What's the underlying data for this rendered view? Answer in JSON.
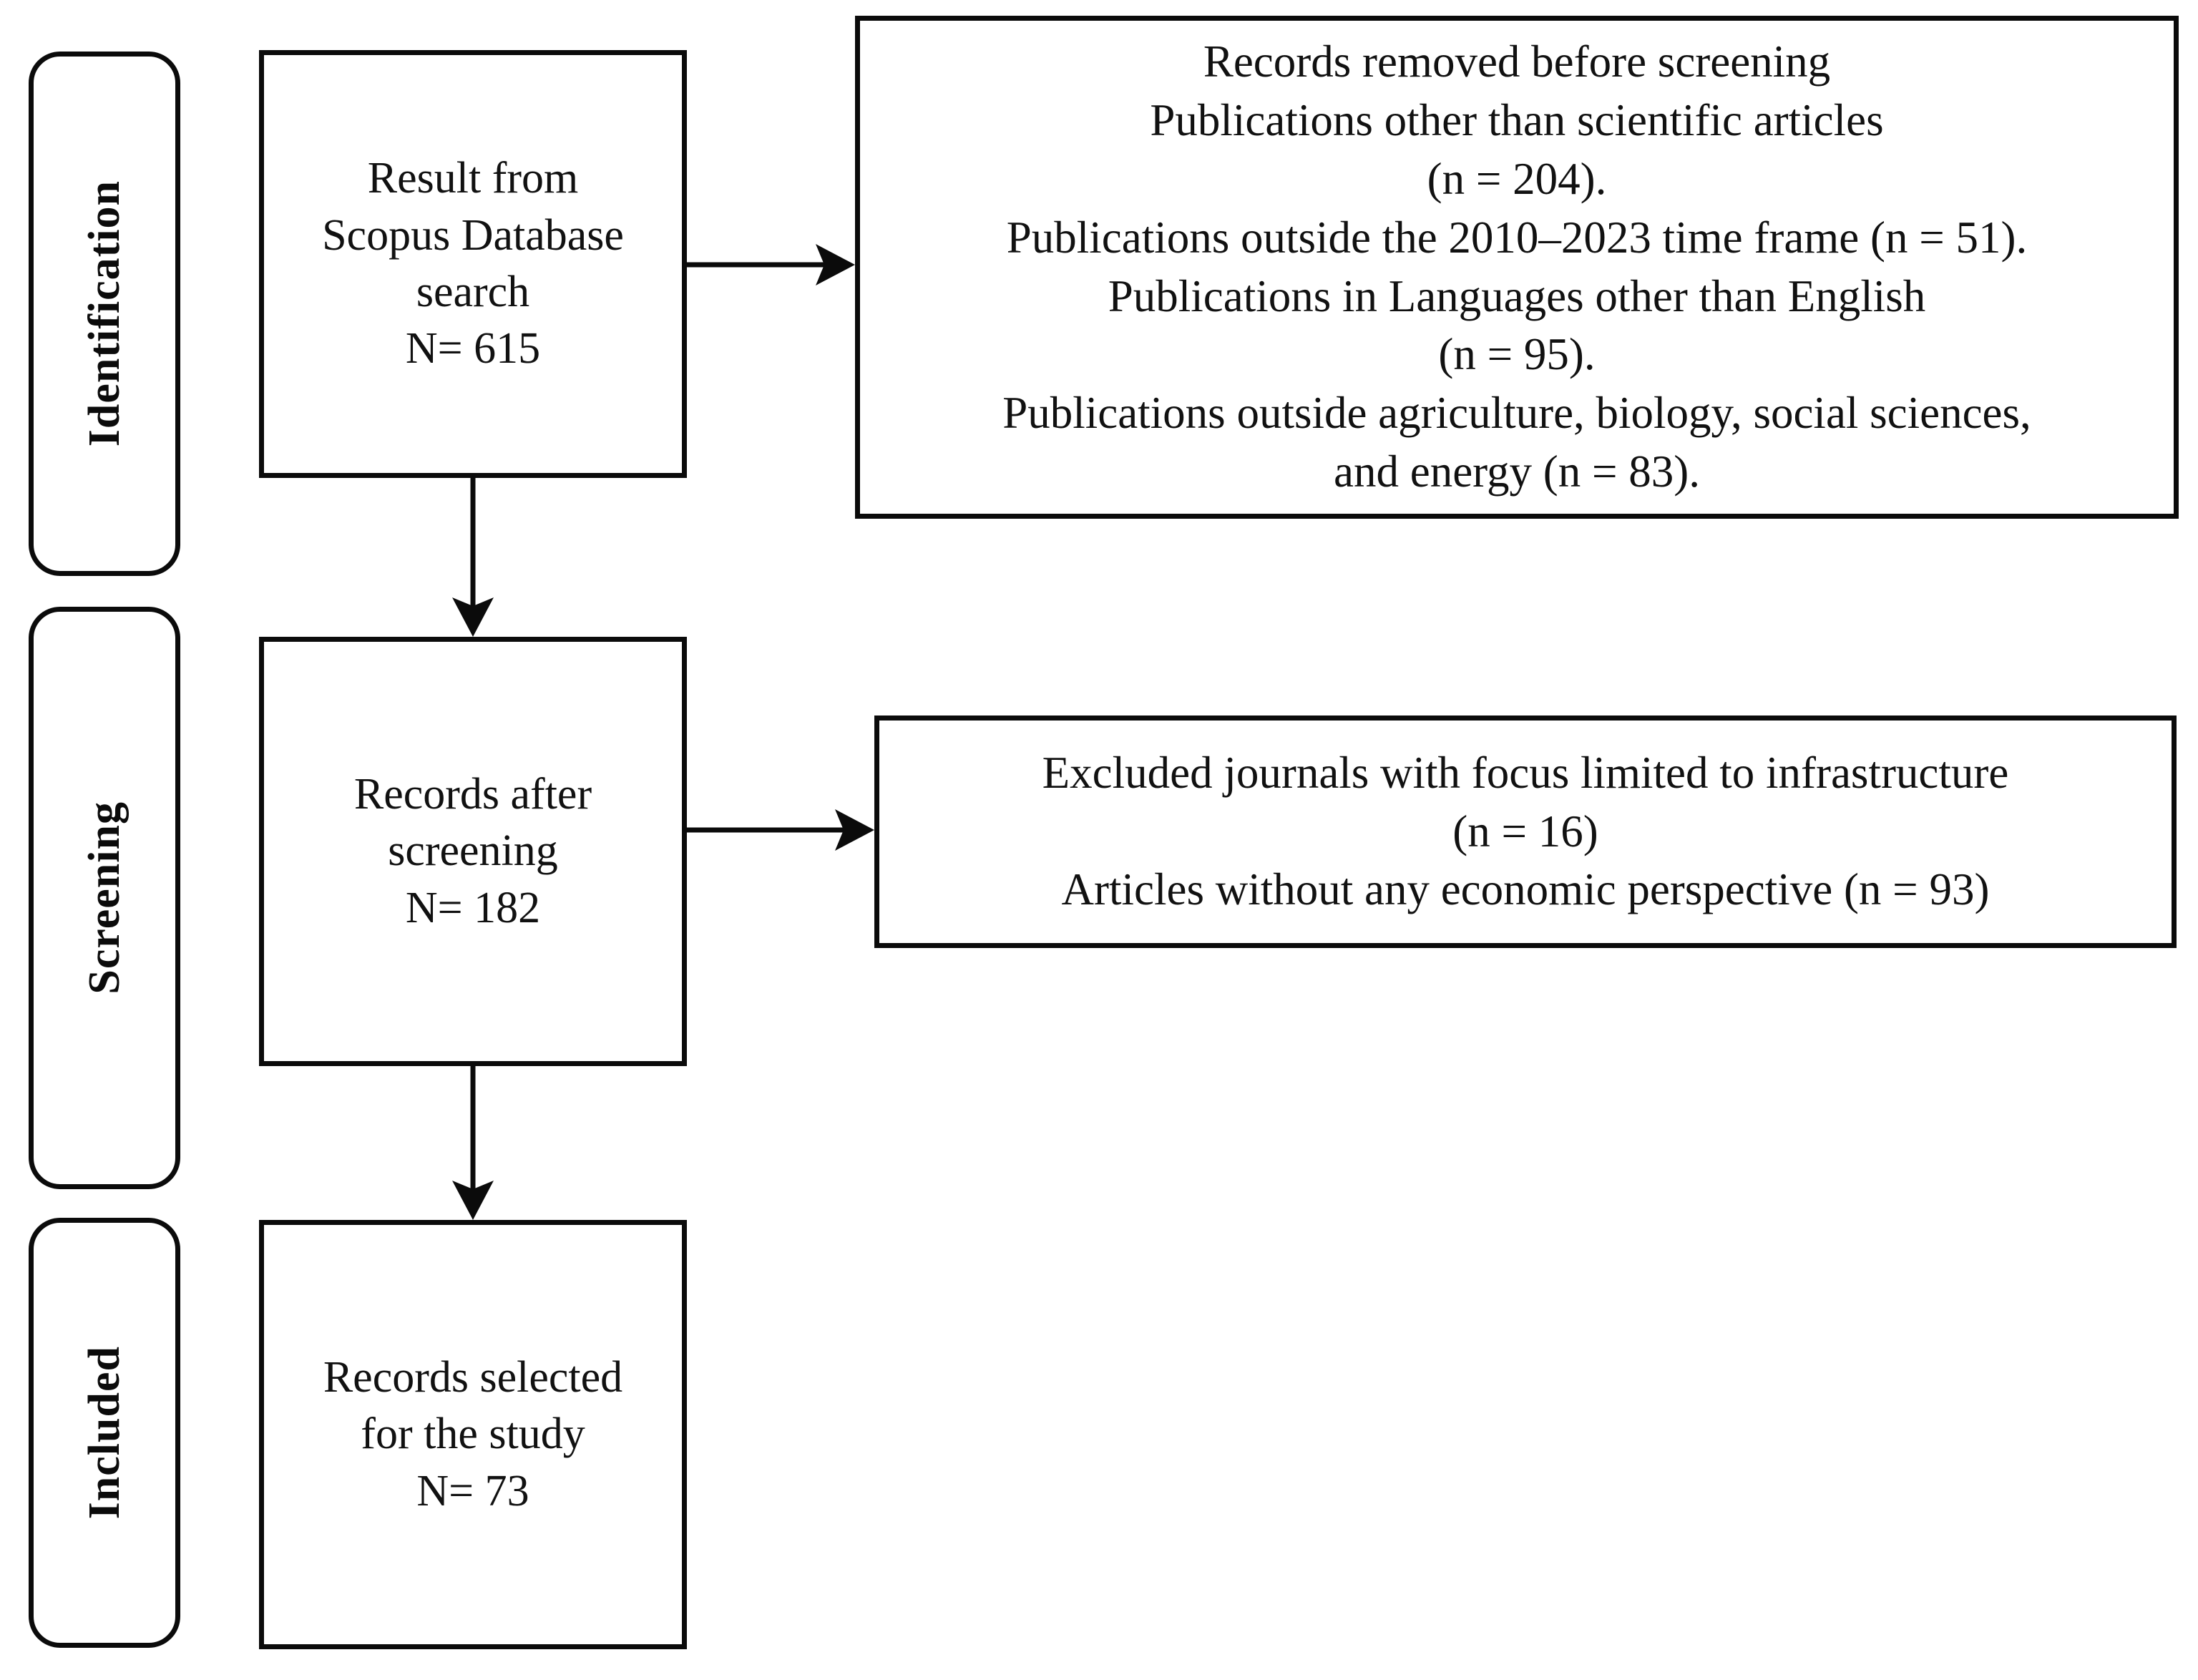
{
  "diagram": {
    "title": "PRISMA study selection flow diagram",
    "stage_labels": [
      {
        "id": "identification",
        "text": "Identification"
      },
      {
        "id": "screening",
        "text": "Screening"
      },
      {
        "id": "included",
        "text": "Included"
      }
    ],
    "main_boxes": [
      {
        "id": "result-from-scopus",
        "lines": [
          "Result from",
          "Scopus Database",
          "search",
          "N= 615"
        ],
        "count_label": "N= 615",
        "count": 615
      },
      {
        "id": "records-after-screening",
        "lines": [
          "Records after",
          "screening",
          "N= 182"
        ],
        "count_label": "N= 182",
        "count": 182
      },
      {
        "id": "records-selected",
        "lines": [
          "Records selected",
          "for the study",
          "N= 73"
        ],
        "count_label": "N= 73",
        "count": 73
      }
    ],
    "exclusion_boxes": [
      {
        "id": "records-removed-before-screening",
        "lines": [
          "Records removed before screening",
          "Publications other than scientific articles",
          "(n = 204).",
          "Publications outside the 2010–2023 time frame (n = 51).",
          "Publications in Languages other than English",
          "(n = 95).",
          "Publications outside agriculture, biology, social sciences,",
          "and energy (n = 83)."
        ],
        "reasons": [
          {
            "reason": "Publications other than scientific articles",
            "n": 204
          },
          {
            "reason": "Publications outside the 2010–2023 time frame",
            "n": 51
          },
          {
            "reason": "Publications in Languages other than English",
            "n": 95
          },
          {
            "reason": "Publications outside agriculture, biology, social sciences, and energy",
            "n": 83
          }
        ]
      },
      {
        "id": "excluded-journals",
        "lines": [
          "Excluded journals with focus limited to infrastructure",
          "(n = 16)",
          "Articles without any economic perspective (n = 93)"
        ],
        "reasons": [
          {
            "reason": "Excluded journals with focus limited to infrastructure",
            "n": 16
          },
          {
            "reason": "Articles without any economic perspective",
            "n": 93
          }
        ]
      }
    ],
    "connectors": [
      {
        "id": "identification-to-exclusion-1",
        "from": "result-from-scopus",
        "to": "records-removed-before-screening",
        "direction": "right"
      },
      {
        "id": "identification-to-screening",
        "from": "result-from-scopus",
        "to": "records-after-screening",
        "direction": "down"
      },
      {
        "id": "screening-to-exclusion-2",
        "from": "records-after-screening",
        "to": "excluded-journals",
        "direction": "right"
      },
      {
        "id": "screening-to-included",
        "from": "records-after-screening",
        "to": "records-selected",
        "direction": "down"
      }
    ],
    "colors": {
      "stroke": "#0b0b0b",
      "text": "#111111",
      "background": "#ffffff"
    }
  }
}
